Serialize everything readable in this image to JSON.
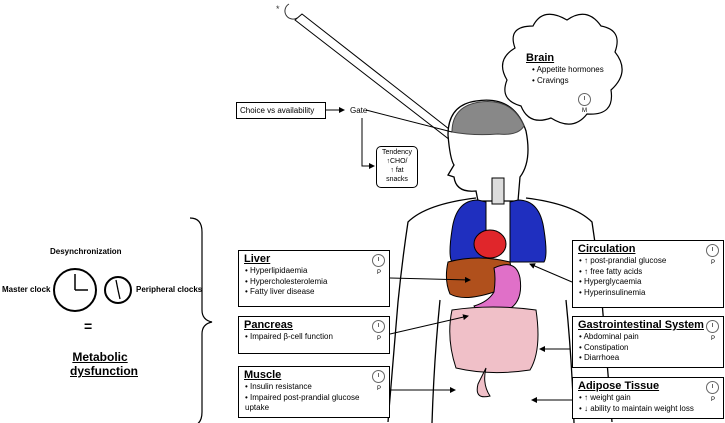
{
  "brain": {
    "title": "Brain",
    "items": [
      "Appetite hormones",
      "Cravings"
    ],
    "tag": "M"
  },
  "choice_box": {
    "label": "Choice vs availability"
  },
  "gate": {
    "label": "Gate"
  },
  "tendency": {
    "lines": [
      "Tendency",
      "↑CHO/",
      "↑ fat",
      "snacks"
    ]
  },
  "left_panel": {
    "desync": "Desynchronization",
    "master_clock": "Master clock",
    "peripheral_clocks": "Peripheral clocks",
    "equals": "=",
    "metabolic_1": "Metabolic",
    "metabolic_2": "dysfunction"
  },
  "liver": {
    "title": "Liver",
    "items": [
      "Hyperlipidaemia",
      "Hypercholesterolemia",
      "Fatty liver disease"
    ],
    "tag": "P"
  },
  "pancreas": {
    "title": "Pancreas",
    "items": [
      "Impaired β-cell function"
    ],
    "tag": "P"
  },
  "muscle": {
    "title": "Muscle",
    "items": [
      "Insulin resistance",
      "Impaired post-prandial glucose uptake"
    ],
    "tag": "P"
  },
  "circulation": {
    "title": "Circulation",
    "items": [
      "↑ post-prandial glucose",
      "↑ free fatty acids",
      "Hyperglycaemia",
      "Hyperinsulinemia"
    ],
    "tag": "P"
  },
  "gi": {
    "title": "Gastrointestinal System",
    "items": [
      "Abdominal pain",
      "Constipation",
      "Diarrhoea"
    ],
    "tag": "P"
  },
  "adipose": {
    "title": "Adipose Tissue",
    "items": [
      "↑ weight gain",
      "↓ ability to maintain weight loss"
    ],
    "tag": "P"
  },
  "colors": {
    "lungs": "#1f2fbf",
    "heart": "#e0262b",
    "liver": "#b0501c",
    "stomach": "#e070c8",
    "intestine": "#f0c0c8",
    "brain": "#888888"
  }
}
